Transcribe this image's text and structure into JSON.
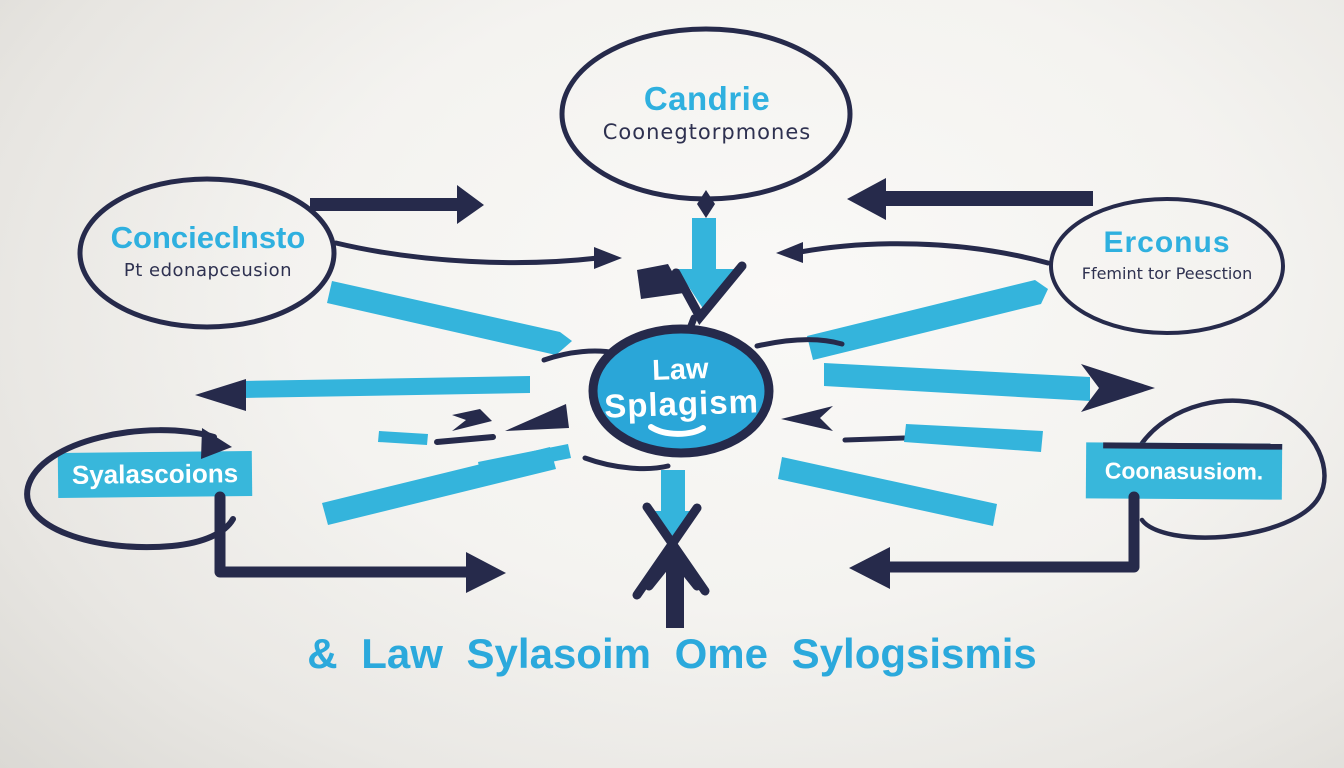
{
  "diagram_title": "Law of Syllogism concept diagram",
  "colors": {
    "navy": "#262a4b",
    "cyan_arrow": "#34b4dc",
    "center_ellipse_fill": "#2aa6d8",
    "box_fill": "#38b7db",
    "heading_cyan": "#2fb0df",
    "subtitle_navy": "#2e3150",
    "caption_cyan": "#2ba9dc",
    "node_text_white": "#ffffff",
    "background": "#f2f1ee"
  },
  "nodes": {
    "top_ellipse": {
      "title": "Candrie",
      "subtitle": "Coonegtorpmones"
    },
    "left_ellipse": {
      "title": "Concieclnsto",
      "subtitle": "Pt edonapceusion"
    },
    "right_ellipse": {
      "title": "Erconus",
      "subtitle": "Ffemint tor Peesction"
    },
    "center_ellipse": {
      "line1": "Law",
      "line2": "Splagism"
    },
    "left_box": {
      "label": "Syalascoions"
    },
    "right_box": {
      "label": "Coonasusiom."
    }
  },
  "caption": {
    "text": "& Law  Sylasoim Ome  Sylogsismis"
  }
}
